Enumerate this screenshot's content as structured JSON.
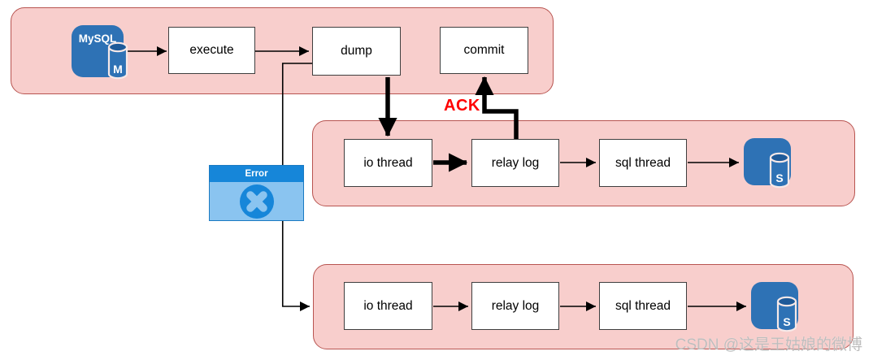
{
  "colors": {
    "container_fill": "#F8CECC",
    "container_stroke": "#B85450",
    "node_fill": "#FFFFFF",
    "node_stroke": "#3F3F3F",
    "arrow_black": "#000000",
    "db_icon_blue": "#2E72B5",
    "db_cylinder_top_blue": "#1E5A99",
    "error_header_blue": "#1686D9",
    "error_body_blue": "#8AC4F0",
    "ack_red": "#FF0000"
  },
  "master": {
    "db_icon": {
      "brand": "MySQL",
      "letter": "M"
    },
    "boxes": [
      {
        "label": "execute"
      },
      {
        "label": "dump"
      },
      {
        "label": "commit"
      }
    ]
  },
  "slave1": {
    "boxes": [
      {
        "label": "io thread"
      },
      {
        "label": "relay log"
      },
      {
        "label": "sql thread"
      }
    ],
    "db_icon": {
      "letter": "S"
    }
  },
  "slave2": {
    "boxes": [
      {
        "label": "io thread"
      },
      {
        "label": "relay log"
      },
      {
        "label": "sql thread"
      }
    ],
    "db_icon": {
      "letter": "S"
    }
  },
  "error_card": {
    "title": "Error"
  },
  "labels": {
    "ack": "ACK"
  },
  "watermark": "CSDN @这是王姑娘的微博"
}
